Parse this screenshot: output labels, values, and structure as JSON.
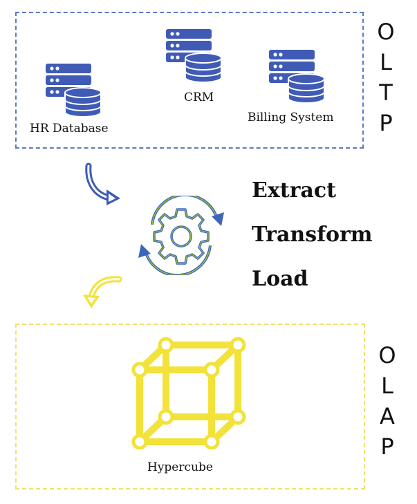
{
  "oltp": {
    "letters": [
      "O",
      "L",
      "T",
      "P"
    ],
    "systems": [
      {
        "label": "HR Database",
        "icon": "database-server-icon"
      },
      {
        "label": "CRM",
        "icon": "database-server-icon"
      },
      {
        "label": "Billing System",
        "icon": "database-server-icon"
      }
    ]
  },
  "etl": {
    "steps": [
      "Extract",
      "Transform",
      "Load"
    ],
    "icon": "gear-cycle-icon"
  },
  "olap": {
    "letters": [
      "O",
      "L",
      "A",
      "P"
    ],
    "cube_label": "Hypercube",
    "icon": "hypercube-icon"
  },
  "colors": {
    "oltp_blue": "#3f5bb5",
    "olap_yellow": "#f2e23a",
    "etl_green": "#9cbf3c"
  }
}
